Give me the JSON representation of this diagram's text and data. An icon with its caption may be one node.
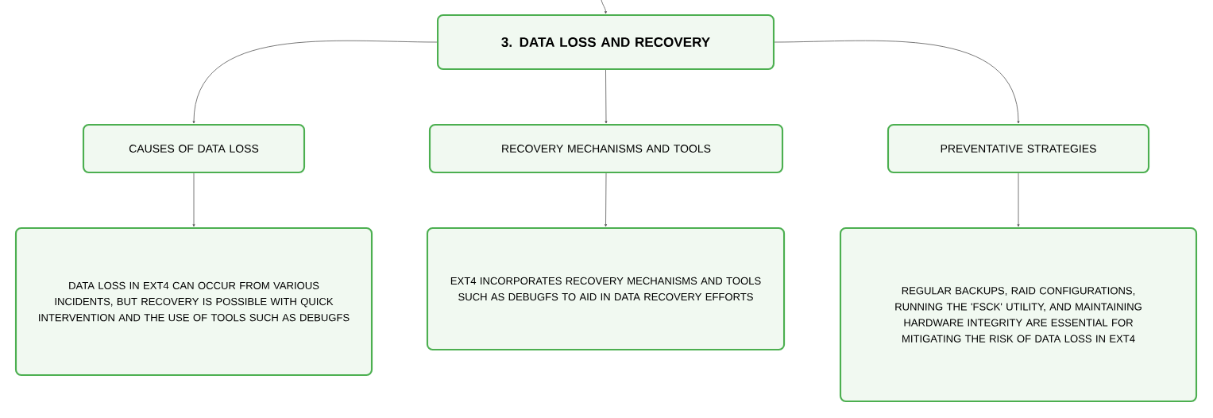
{
  "diagram": {
    "nodes": [
      {
        "text": [
          "3. DATA LOSS AND RECOVERY"
        ]
      },
      {
        "text": [
          "CAUSES OF DATA LOSS"
        ]
      },
      {
        "text": [
          "RECOVERY MECHANISMS AND TOOLS"
        ]
      },
      {
        "text": [
          "PREVENTATIVE STRATEGIES"
        ]
      },
      {
        "text": [
          "DATA LOSS IN EXT4 CAN OCCUR FROM VARIOUS INCIDENTS, BUT RECOVERY IS POSSIBLE WITH QUICK INTERVENTION AND THE USE OF TOOLS SUCH AS DEBUGFS"
        ]
      },
      {
        "text": [
          "EXT4 INCORPORATES RECOVERY MECHANISMS AND TOOLS SUCH AS DEBUGFS TO AID IN DATA RECOVERY EFFORTS"
        ]
      },
      {
        "text": [
          "REGULAR BACKUPS, RAID CONFIGURATIONS, RUNNING THE 'FSCK' UTILITY, AND MAINTAINING HARDWARE INTEGRITY ARE ESSENTIAL FOR MITIGATING THE RISK OF DATA LOSS IN EXT4"
        ]
      }
    ],
    "edges": [
      {
        "from": null,
        "to": 0,
        "arrow": "to"
      },
      {
        "from": 0,
        "to": 1,
        "arrow": "to"
      },
      {
        "from": 0,
        "to": 2,
        "arrow": "to"
      },
      {
        "from": 0,
        "to": 3,
        "arrow": "to"
      },
      {
        "from": 1,
        "to": 4,
        "arrow": "to"
      },
      {
        "from": 2,
        "to": 5,
        "arrow": "to"
      },
      {
        "from": 3,
        "to": 6,
        "arrow": "to"
      }
    ]
  }
}
